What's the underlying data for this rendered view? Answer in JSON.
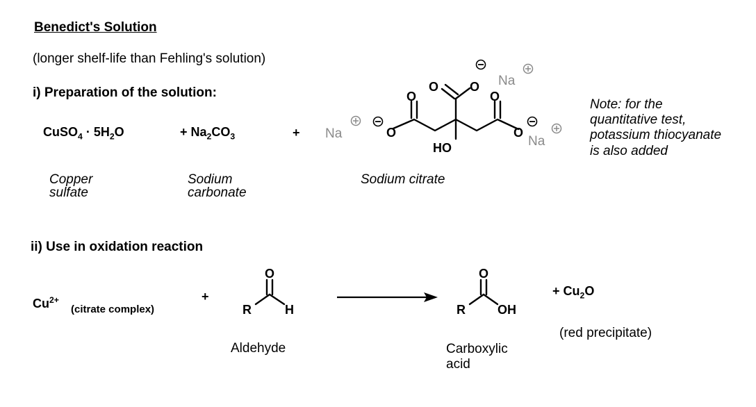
{
  "heading": "Benedict's Solution",
  "subheading": "(longer shelf-life than Fehling's solution)",
  "section1": {
    "title": "i) Preparation of the solution:",
    "reagents": [
      {
        "main": "CuSO",
        "sub1": "4",
        "mid": " · 5H",
        "sub2": "2",
        "end": "O",
        "label_line1": "Copper",
        "label_line2": "sulfate"
      },
      {
        "main": "+ Na",
        "sub1": "2",
        "mid": "CO",
        "sub2": "3",
        "label_line1": "Sodium",
        "label_line2": "carbonate"
      }
    ],
    "plus": "+",
    "citrate": {
      "na_left": "Na",
      "na_top": "Na",
      "na_right": "Na",
      "o": "O",
      "ho": "HO",
      "label": "Sodium citrate"
    },
    "note": [
      "Note: for the",
      "quantitative test,",
      "potassium thiocyanate",
      "is also added"
    ]
  },
  "section2": {
    "title": "ii) Use in oxidation reaction",
    "cu": {
      "main": "Cu",
      "sup": "2+",
      "complex": "(citrate complex)"
    },
    "plus": "+",
    "aldehyde": {
      "r": "R",
      "h": "H",
      "o": "O",
      "label": "Aldehyde"
    },
    "acid": {
      "r": "R",
      "oh": "OH",
      "o": "O",
      "label_line1": "Carboxylic",
      "label_line2": "acid"
    },
    "product": {
      "prefix": "+ Cu",
      "sub": "2",
      "suffix": "O",
      "note": "(red precipitate)"
    }
  },
  "colors": {
    "text": "#000000",
    "counterion": "#8a8a8a",
    "background": "#ffffff"
  }
}
